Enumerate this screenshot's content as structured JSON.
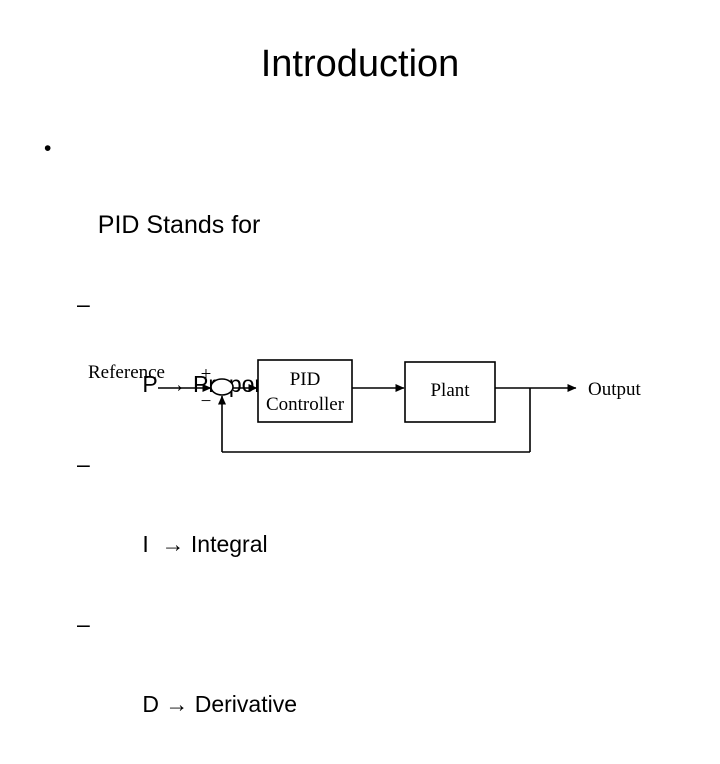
{
  "slide": {
    "title": "Introduction",
    "background_color": "#ffffff",
    "text_color": "#000000"
  },
  "body": {
    "bullets": [
      {
        "marker": "•",
        "text": "PID Stands for",
        "level": 1
      }
    ],
    "sub_bullets": [
      {
        "marker": "–",
        "letter": "P",
        "arrow": "→",
        "text": "Proportional",
        "full_text": "P → Proportional",
        "level": 2
      },
      {
        "marker": "–",
        "letter": "I",
        "arrow": "→",
        "text": "Integral",
        "full_text": "I  → Integral",
        "level": 2
      },
      {
        "marker": "–",
        "letter": "D",
        "arrow": "→",
        "text": "Derivative",
        "full_text": "D → Derivative",
        "level": 2
      }
    ]
  },
  "diagram": {
    "name": "pid-closed-loop-block-diagram",
    "line_color": "#000000",
    "fill_color": "#ffffff",
    "labels": {
      "reference": "Reference",
      "output": "Output",
      "plus_sign": "+",
      "minus_sign": "−",
      "controller_line1": "PID",
      "controller_line2": "Controller",
      "plant": "Plant"
    }
  }
}
